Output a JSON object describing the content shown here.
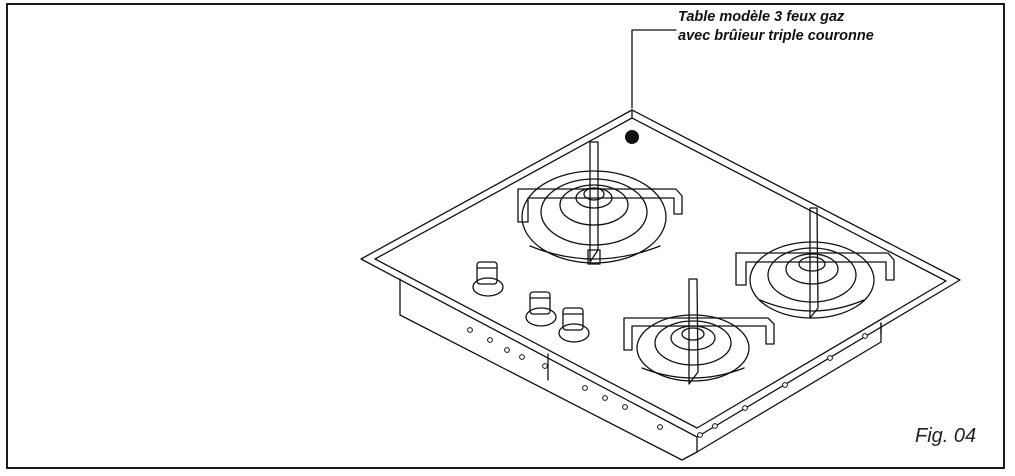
{
  "callout": {
    "line1": "Table modèle 3 feux gaz",
    "line2": "avec brûieur triple couronne"
  },
  "figure_label": "Fig. 04",
  "colors": {
    "frame": "#1a1a1a",
    "line": "#111111",
    "background": "#ffffff"
  },
  "icons": [
    "hob-drawing",
    "burner-large-icon",
    "burner-medium-icon",
    "burner-small-icon",
    "knob-icon",
    "callout-dot-icon"
  ]
}
